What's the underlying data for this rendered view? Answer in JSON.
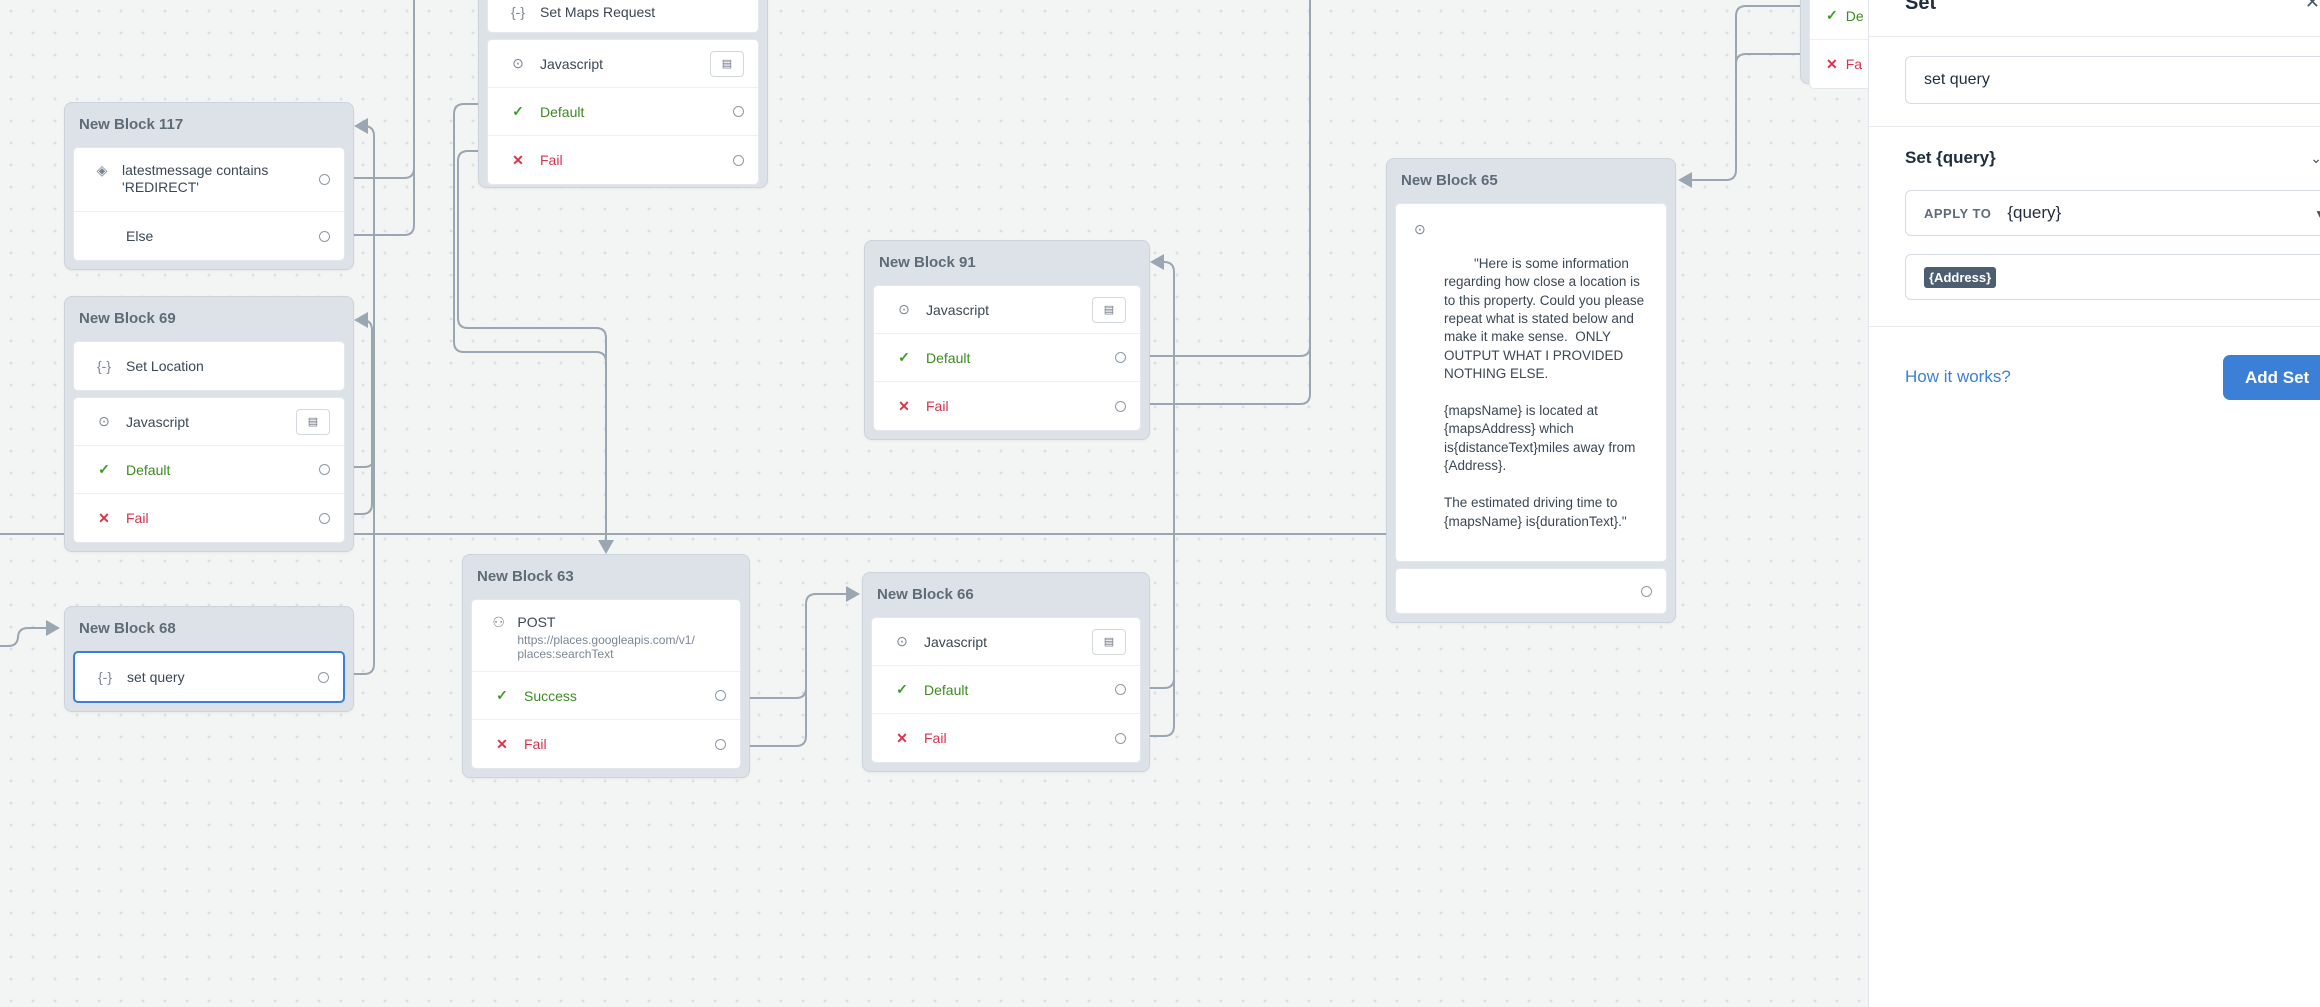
{
  "blocks": {
    "b_top_left": {
      "set_label": "Set Maps Request",
      "js_label": "Javascript",
      "default_label": "Default",
      "fail_label": "Fail"
    },
    "b117": {
      "title": "New Block 117",
      "cond_label": "latestmessage contains 'REDIRECT'",
      "else_label": "Else"
    },
    "b69": {
      "title": "New Block 69",
      "set_label": "Set Location",
      "js_label": "Javascript",
      "default_label": "Default",
      "fail_label": "Fail"
    },
    "b68": {
      "title": "New Block 68",
      "set_label": "set query"
    },
    "b91": {
      "title": "New Block 91",
      "js_label": "Javascript",
      "default_label": "Default",
      "fail_label": "Fail"
    },
    "b63": {
      "title": "New Block 63",
      "method": "POST",
      "url": "https://places.googleapis.com/v1/places:searchText",
      "success_label": "Success",
      "fail_label": "Fail"
    },
    "b66": {
      "title": "New Block 66",
      "js_label": "Javascript",
      "default_label": "Default",
      "fail_label": "Fail"
    },
    "b65": {
      "title": "New Block 65",
      "message": "\"Here is some information regarding how close a location is to this property. Could you please repeat what is stated below and make it make sense.  ONLY OUTPUT WHAT I PROVIDED NOTHING ELSE.\n\n{mapsName} is located at {mapsAddress} which is{distanceText}miles away from {Address}.\n\nThe estimated driving time to {mapsName} is{durationText}.\""
    },
    "b_top_right": {
      "default_label": "De",
      "fail_label": "Fa"
    }
  },
  "panel": {
    "title": "Set",
    "close_icon": "close-icon",
    "name_value": "set query",
    "section_title": "Set {query}",
    "apply_to_label": "APPLY TO",
    "apply_to_value": "{query}",
    "value_variable": "{Address}",
    "help_link": "How it works?",
    "add_button": "Add Set"
  },
  "colors": {
    "accent": "#3c7fd6",
    "success": "#3c8a22",
    "fail": "#d8324c",
    "block_header_bg": "#dde2e8",
    "connector": "#9aa6b2"
  }
}
